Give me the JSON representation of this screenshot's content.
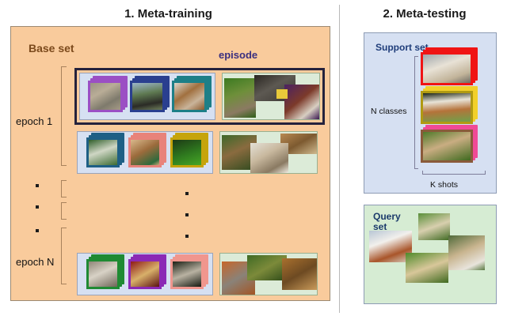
{
  "titles": {
    "meta_training": "1. Meta-training",
    "meta_testing": "2. Meta-testing"
  },
  "meta_training": {
    "base_set_label": "Base set",
    "episode_label": "episode",
    "epoch_first_label": "epoch 1",
    "epoch_last_label": "epoch N",
    "ellipsis_glyph": "·",
    "rows": [
      {
        "framed": true,
        "support_cards": [
          {
            "border": "#9b4fc4",
            "image": "jack-russell-terrier-photo"
          },
          {
            "border": "#2a3f8f",
            "image": "black-shepherd-photo"
          },
          {
            "border": "#1d7f87",
            "image": "brown-dogs-photo"
          }
        ],
        "query_thumbs": [
          {
            "image": "dog-on-grass-photo"
          },
          {
            "image": "grey-dog-dark-photo"
          },
          {
            "image": "hound-purple-photo"
          }
        ]
      },
      {
        "framed": false,
        "support_cards": [
          {
            "border": "#1e5f85",
            "image": "white-dog-forest-photo"
          },
          {
            "border": "#e8837a",
            "image": "tan-dog-closeup-photo"
          },
          {
            "border": "#c6a40b",
            "image": "dog-green-field-photo"
          }
        ],
        "query_thumbs": [
          {
            "image": "two-dogs-bush-photo"
          },
          {
            "image": "brown-dog-head-photo"
          },
          {
            "image": "collie-white-photo"
          }
        ]
      },
      {
        "framed": false,
        "support_cards": [
          {
            "border": "#1f8a33",
            "image": "puppy-bone-photo"
          },
          {
            "border": "#8b29b5",
            "image": "chihuahua-berries-photo"
          },
          {
            "border": "#f0968e",
            "image": "schnauzer-dark-photo"
          }
        ],
        "query_thumbs": [
          {
            "image": "grey-puppy-orange-photo"
          },
          {
            "image": "dogs-running-grass-photo"
          },
          {
            "image": "brown-dog-blur-photo"
          }
        ]
      }
    ]
  },
  "meta_testing": {
    "support_set_label": "Support set",
    "n_classes_label": "N classes",
    "k_shots_label": "K shots",
    "query_set_label": "Query\nset",
    "support_cards": [
      {
        "border": "#f01414",
        "image": "labrador-photo"
      },
      {
        "border": "#f2d02a",
        "image": "saint-bernard-photo"
      },
      {
        "border": "#f04a96",
        "image": "pug-grass-photo"
      }
    ],
    "query_thumbs": [
      {
        "image": "saint-bernard-snow-photo"
      },
      {
        "image": "pug-standing-photo"
      },
      {
        "image": "pug-in-cup-photo"
      },
      {
        "image": "labrador-standing-photo"
      }
    ]
  },
  "colors": {
    "base_set_bg": "#f9cb9c",
    "support_bg": "#d6e0f2",
    "query_bg_training": "#dcebd8",
    "query_bg_testing": "#d6ecd3",
    "base_set_text": "#7c4a1c",
    "episode_text": "#3a2f80",
    "support_set_text": "#1f3d7a",
    "query_set_text": "#1b3a6b",
    "episode_frame": "#25223c",
    "divider": "#b9b9b9"
  }
}
